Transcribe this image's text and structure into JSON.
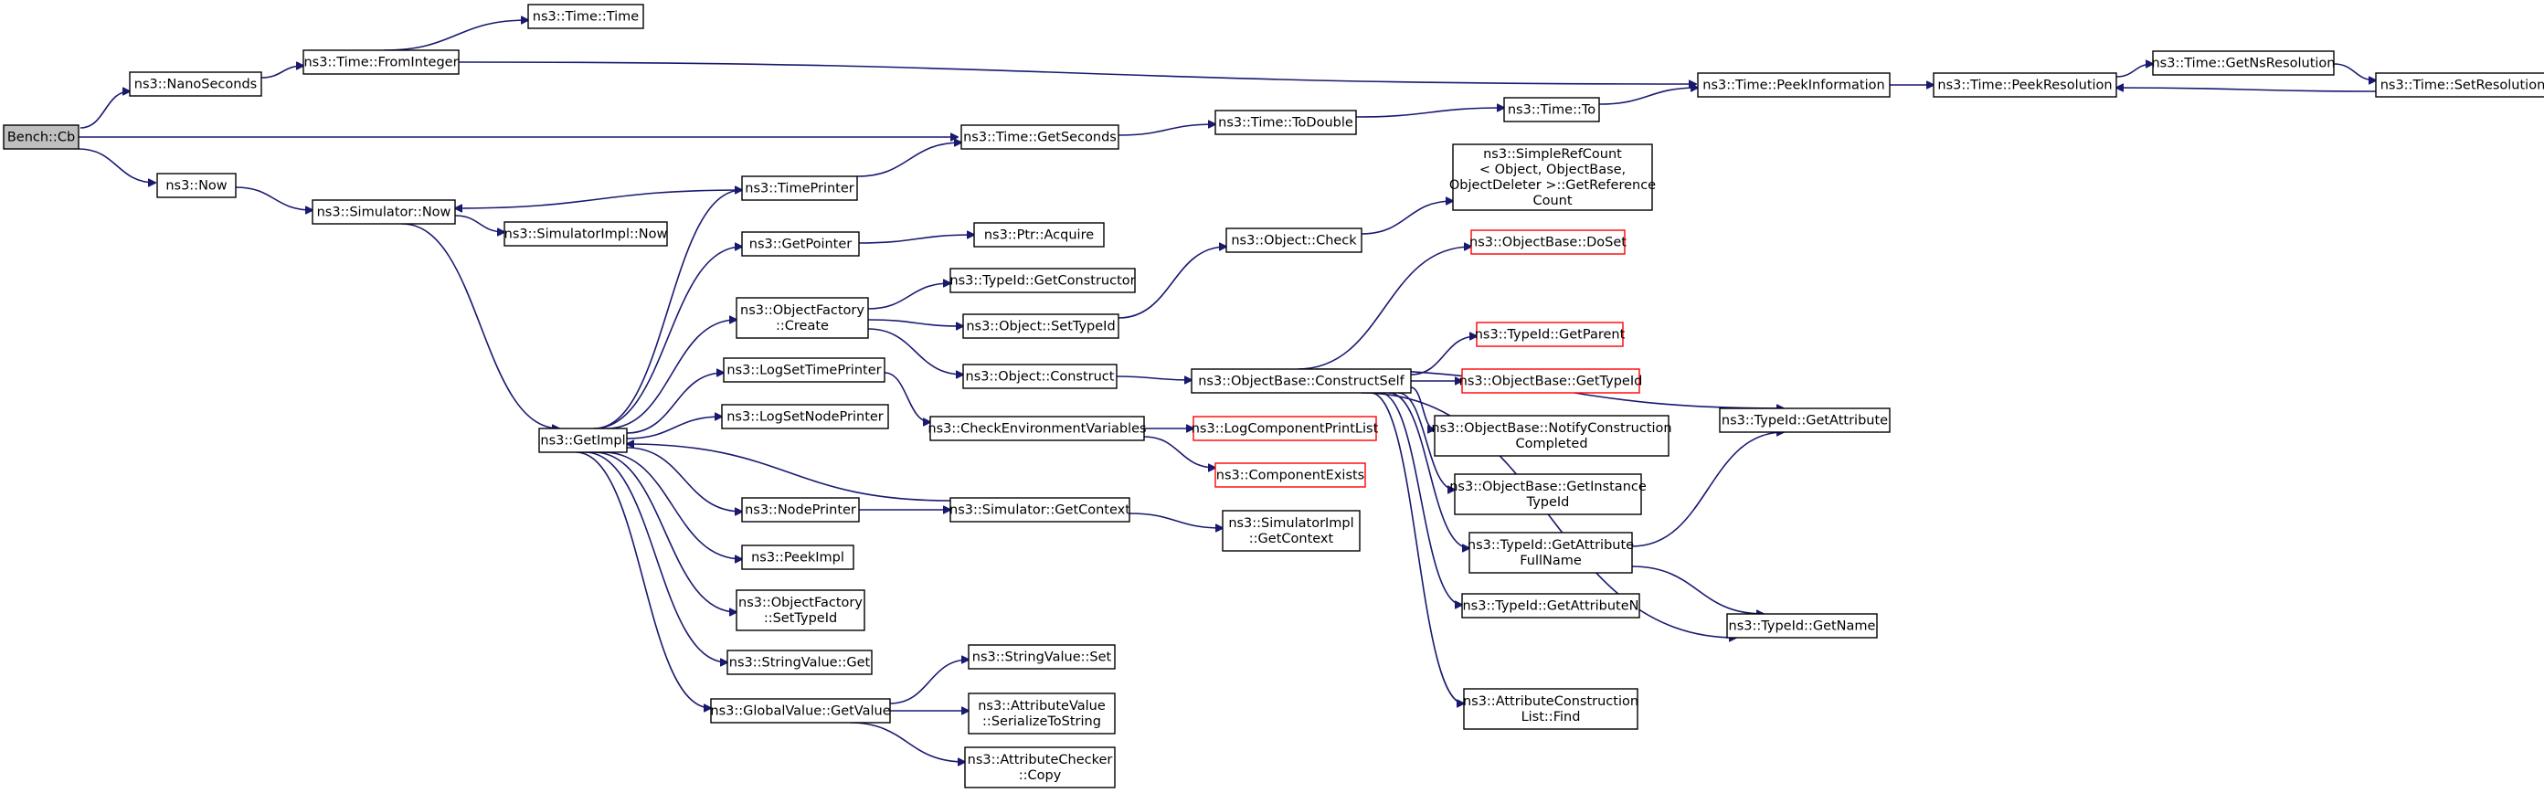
{
  "diagram": {
    "type": "call-graph",
    "nodes": [
      {
        "id": "bench_cb",
        "lines": [
          "Bench::Cb"
        ],
        "style": "root"
      },
      {
        "id": "nanoseconds",
        "lines": [
          "ns3::NanoSeconds"
        ]
      },
      {
        "id": "time_frominteger",
        "lines": [
          "ns3::Time::FromInteger"
        ]
      },
      {
        "id": "time_time",
        "lines": [
          "ns3::Time::Time"
        ]
      },
      {
        "id": "time_getseconds",
        "lines": [
          "ns3::Time::GetSeconds"
        ]
      },
      {
        "id": "time_todouble",
        "lines": [
          "ns3::Time::ToDouble"
        ]
      },
      {
        "id": "time_to",
        "lines": [
          "ns3::Time::To"
        ]
      },
      {
        "id": "time_peekinformation",
        "lines": [
          "ns3::Time::PeekInformation"
        ]
      },
      {
        "id": "time_peekresolution",
        "lines": [
          "ns3::Time::PeekResolution"
        ]
      },
      {
        "id": "time_getnsresolution",
        "lines": [
          "ns3::Time::GetNsResolution"
        ]
      },
      {
        "id": "time_setresolution",
        "lines": [
          "ns3::Time::SetResolution"
        ]
      },
      {
        "id": "now",
        "lines": [
          "ns3::Now"
        ]
      },
      {
        "id": "simulator_now",
        "lines": [
          "ns3::Simulator::Now"
        ]
      },
      {
        "id": "simulatorimpl_now",
        "lines": [
          "ns3::SimulatorImpl::Now"
        ]
      },
      {
        "id": "timeprinter",
        "lines": [
          "ns3::TimePrinter"
        ]
      },
      {
        "id": "getimpl",
        "lines": [
          "ns3::GetImpl"
        ]
      },
      {
        "id": "getpointer",
        "lines": [
          "ns3::GetPointer"
        ]
      },
      {
        "id": "ptr_acquire",
        "lines": [
          "ns3::Ptr::Acquire"
        ]
      },
      {
        "id": "objectfactory_create",
        "lines": [
          "ns3::ObjectFactory",
          "::Create"
        ]
      },
      {
        "id": "typeid_getconstructor",
        "lines": [
          "ns3::TypeId::GetConstructor"
        ]
      },
      {
        "id": "object_settypeid",
        "lines": [
          "ns3::Object::SetTypeId"
        ]
      },
      {
        "id": "object_check",
        "lines": [
          "ns3::Object::Check"
        ]
      },
      {
        "id": "simplerefcount",
        "lines": [
          "ns3::SimpleRefCount",
          "< Object, ObjectBase,",
          "ObjectDeleter >::GetReference",
          "Count"
        ]
      },
      {
        "id": "object_construct",
        "lines": [
          "ns3::Object::Construct"
        ]
      },
      {
        "id": "objectbase_constructself",
        "lines": [
          "ns3::ObjectBase::ConstructSelf"
        ]
      },
      {
        "id": "objectbase_doset",
        "lines": [
          "ns3::ObjectBase::DoSet"
        ],
        "style": "red"
      },
      {
        "id": "typeid_getparent",
        "lines": [
          "ns3::TypeId::GetParent"
        ],
        "style": "red"
      },
      {
        "id": "objectbase_gettypeid",
        "lines": [
          "ns3::ObjectBase::GetTypeId"
        ],
        "style": "red"
      },
      {
        "id": "objectbase_notifyconstruction",
        "lines": [
          "ns3::ObjectBase::NotifyConstruction",
          "Completed"
        ]
      },
      {
        "id": "objectbase_getinstancetypeid",
        "lines": [
          "ns3::ObjectBase::GetInstance",
          "TypeId"
        ]
      },
      {
        "id": "typeid_getattributefullname",
        "lines": [
          "ns3::TypeId::GetAttribute",
          "FullName"
        ]
      },
      {
        "id": "typeid_getattributen",
        "lines": [
          "ns3::TypeId::GetAttributeN"
        ]
      },
      {
        "id": "attributeconstructionlist_find",
        "lines": [
          "ns3::AttributeConstruction",
          "List::Find"
        ]
      },
      {
        "id": "typeid_getattribute",
        "lines": [
          "ns3::TypeId::GetAttribute"
        ]
      },
      {
        "id": "typeid_getname",
        "lines": [
          "ns3::TypeId::GetName"
        ]
      },
      {
        "id": "logsettimeprinter",
        "lines": [
          "ns3::LogSetTimePrinter"
        ]
      },
      {
        "id": "logsetnodeprinter",
        "lines": [
          "ns3::LogSetNodePrinter"
        ]
      },
      {
        "id": "checkenvironmentvariables",
        "lines": [
          "ns3::CheckEnvironmentVariables"
        ]
      },
      {
        "id": "logcomponentprintlist",
        "lines": [
          "ns3::LogComponentPrintList"
        ],
        "style": "red"
      },
      {
        "id": "componentexists",
        "lines": [
          "ns3::ComponentExists"
        ],
        "style": "red"
      },
      {
        "id": "nodeprinter",
        "lines": [
          "ns3::NodePrinter"
        ]
      },
      {
        "id": "simulator_getcontext",
        "lines": [
          "ns3::Simulator::GetContext"
        ]
      },
      {
        "id": "simulatorimpl_getcontext",
        "lines": [
          "ns3::SimulatorImpl",
          "::GetContext"
        ]
      },
      {
        "id": "peekimpl",
        "lines": [
          "ns3::PeekImpl"
        ]
      },
      {
        "id": "objectfactory_settypeid",
        "lines": [
          "ns3::ObjectFactory",
          "::SetTypeId"
        ]
      },
      {
        "id": "stringvalue_get",
        "lines": [
          "ns3::StringValue::Get"
        ]
      },
      {
        "id": "globalvalue_getvalue",
        "lines": [
          "ns3::GlobalValue::GetValue"
        ]
      },
      {
        "id": "stringvalue_set",
        "lines": [
          "ns3::StringValue::Set"
        ]
      },
      {
        "id": "attributevalue_serialize",
        "lines": [
          "ns3::AttributeValue",
          "::SerializeToString"
        ]
      },
      {
        "id": "attributechecker_copy",
        "lines": [
          "ns3::AttributeChecker",
          "::Copy"
        ]
      }
    ]
  }
}
